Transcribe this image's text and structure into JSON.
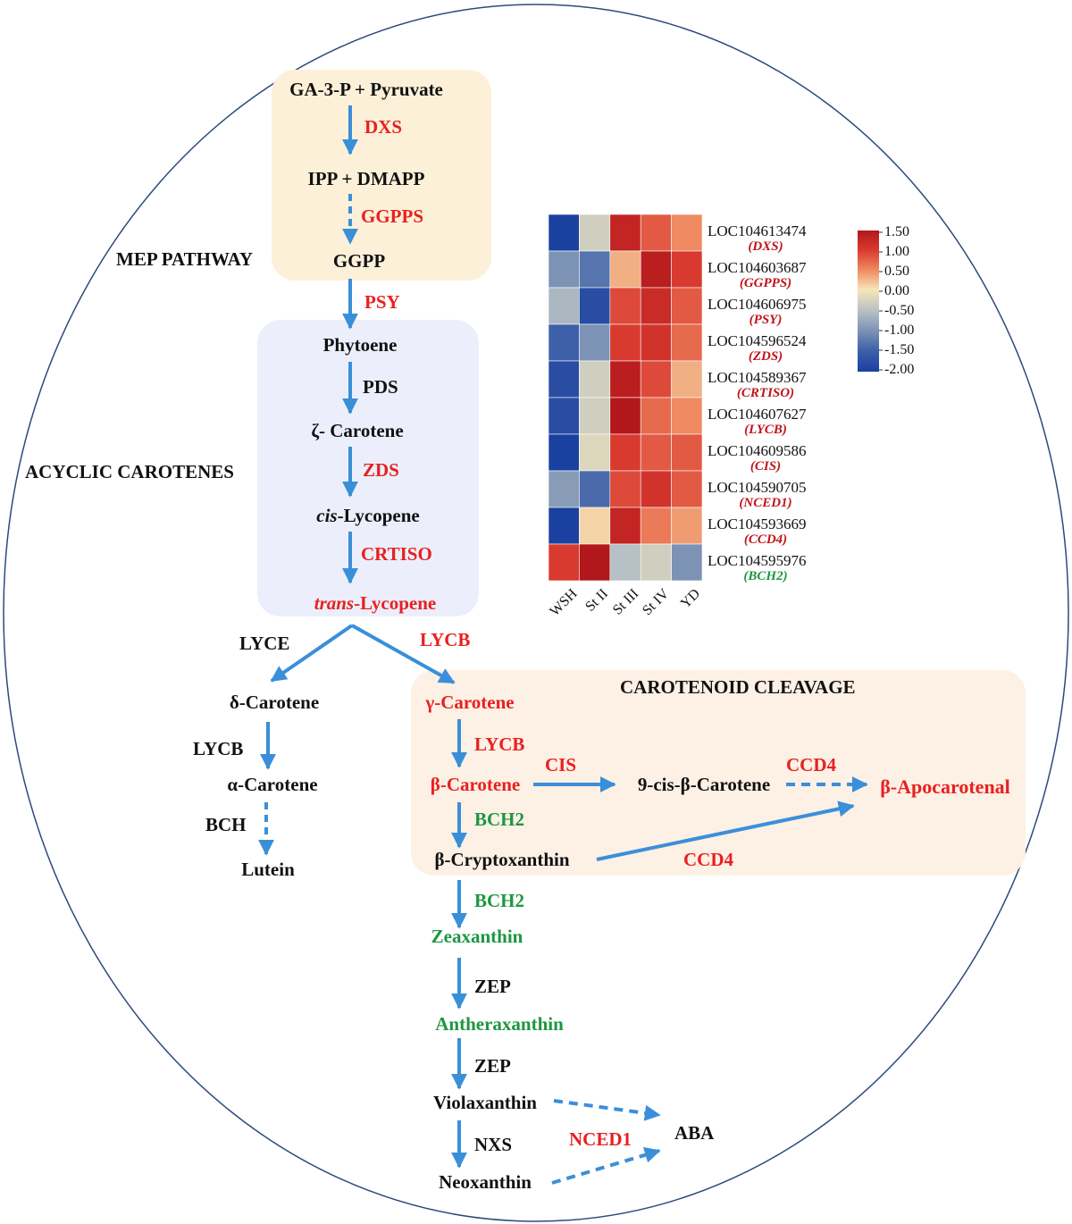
{
  "colors": {
    "arrow": "#3a8fd9",
    "enzyme_red": "#e8201f",
    "green": "#1e9641",
    "mep_box": "#fdf0d8",
    "acyclic_box": "#eceffb",
    "cleavage_box": "#fdf0e5"
  },
  "sections": {
    "mep": "MEP PATHWAY",
    "acyclic": "ACYCLIC CAROTENES",
    "cleavage": "CAROTENOID CLEAVAGE"
  },
  "metabolites": {
    "ga3p": "GA-3-P + Pyruvate",
    "ipp": "IPP + DMAPP",
    "ggpp": "GGPP",
    "phytoene": "Phytoene",
    "zeta": "ζ- Carotene",
    "cis_lyc_prefix": "cis",
    "cis_lyc_suffix": "-Lycopene",
    "trans_lyc_prefix": "trans",
    "trans_lyc_suffix": "-Lycopene",
    "delta": "δ-Carotene",
    "alpha": "α-Carotene",
    "lutein": "Lutein",
    "gamma": "γ-Carotene",
    "beta": "β-Carotene",
    "nine_cis": "9-cis-β-Carotene",
    "apocarotenal": "β-Apocarotenal",
    "cryptoxanthin": "β-Cryptoxanthin",
    "zeaxanthin": "Zeaxanthin",
    "antheraxanthin": "Antheraxanthin",
    "violaxanthin": "Violaxanthin",
    "neoxanthin": "Neoxanthin",
    "aba": "ABA"
  },
  "enzymes": {
    "dxs": "DXS",
    "ggpps": "GGPPS",
    "psy": "PSY",
    "pds": "PDS",
    "zds": "ZDS",
    "crtiso": "CRTISO",
    "lyce": "LYCE",
    "lycb_split": "LYCB",
    "lycb_left": "LYCB",
    "bch": "BCH",
    "lycb_right": "LYCB",
    "cis": "CIS",
    "ccd4_top": "CCD4",
    "ccd4_bottom": "CCD4",
    "bch2_a": "BCH2",
    "bch2_b": "BCH2",
    "zep_a": "ZEP",
    "zep_b": "ZEP",
    "nxs": "NXS",
    "nced1": "NCED1"
  },
  "heatmap": {
    "columns": [
      "WSH",
      "St II",
      "St III",
      "St IV",
      "YD"
    ],
    "rows": [
      {
        "locus": "LOC104613474",
        "gene": "DXS",
        "gene_color": "#c0141a",
        "values": [
          -2.0,
          -0.3,
          1.3,
          0.8,
          0.5
        ]
      },
      {
        "locus": "LOC104603687",
        "gene": "GGPPS",
        "gene_color": "#c0141a",
        "values": [
          -1.0,
          -1.3,
          0.3,
          1.4,
          1.0
        ]
      },
      {
        "locus": "LOC104606975",
        "gene": "PSY",
        "gene_color": "#c0141a",
        "values": [
          -0.6,
          -1.8,
          0.9,
          1.2,
          0.8
        ]
      },
      {
        "locus": "LOC104596524",
        "gene": "ZDS",
        "gene_color": "#c0141a",
        "values": [
          -1.5,
          -1.0,
          1.0,
          1.1,
          0.7
        ]
      },
      {
        "locus": "LOC104589367",
        "gene": "CRTISO",
        "gene_color": "#c0141a",
        "values": [
          -1.8,
          -0.3,
          1.4,
          0.9,
          0.3
        ]
      },
      {
        "locus": "LOC104607627",
        "gene": "LYCB",
        "gene_color": "#c0141a",
        "values": [
          -1.8,
          -0.3,
          1.5,
          0.7,
          0.5
        ]
      },
      {
        "locus": "LOC104609586",
        "gene": "CIS",
        "gene_color": "#c0141a",
        "values": [
          -2.0,
          -0.2,
          1.0,
          0.8,
          0.8
        ]
      },
      {
        "locus": "LOC104590705",
        "gene": "NCED1",
        "gene_color": "#c0141a",
        "values": [
          -0.9,
          -1.4,
          0.9,
          1.1,
          0.8
        ]
      },
      {
        "locus": "LOC104593669",
        "gene": "CCD4",
        "gene_color": "#c0141a",
        "values": [
          -2.0,
          0.1,
          1.3,
          0.6,
          0.4
        ]
      },
      {
        "locus": "LOC104595976",
        "gene": "BCH2",
        "gene_color": "#1e9641",
        "values": [
          1.0,
          1.5,
          -0.5,
          -0.3,
          -1.0
        ]
      }
    ],
    "scale_labels": [
      "1.50",
      "1.00",
      "0.50",
      "0.00",
      "-0.50",
      "-1.00",
      "-1.50",
      "-2.00"
    ]
  }
}
